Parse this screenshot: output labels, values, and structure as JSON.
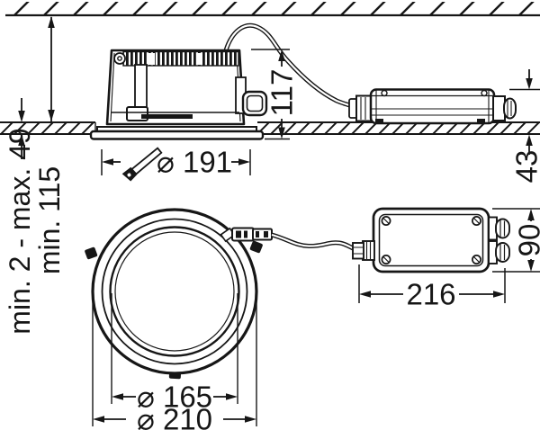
{
  "section_view": {
    "recess_depth_label": "min. 115",
    "ceiling_thickness_label": "min. 2 - max. 49",
    "height_above_ceiling": "117",
    "cutout_diameter": "⌀ 191"
  },
  "driver_side_view": {
    "height": "43"
  },
  "front_view": {
    "lens_diameter": "⌀ 165",
    "trim_diameter": "⌀ 210"
  },
  "driver_top_view": {
    "length": "216",
    "width": "90"
  },
  "icons": {
    "saw": "hand-saw ceiling cut-out symbol"
  }
}
